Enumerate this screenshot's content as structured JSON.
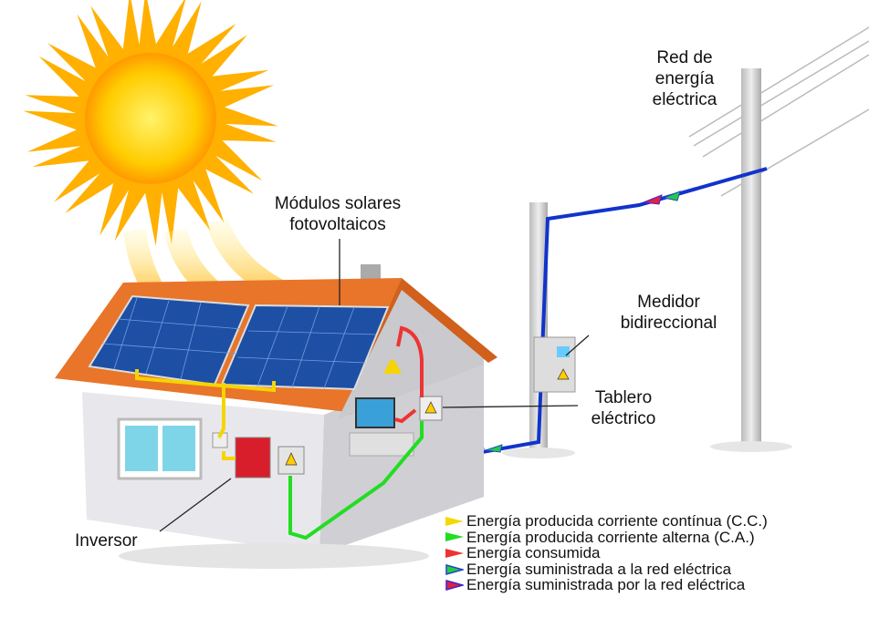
{
  "labels": {
    "grid": "Red de\nenergía\neléctrica",
    "grid_lines": [
      "Red de",
      "energía",
      "eléctrica"
    ],
    "modules": [
      "Módulos solares",
      "fotovoltaicos"
    ],
    "meter": [
      "Medidor",
      "bidireccional"
    ],
    "panel_board": [
      "Tablero",
      "eléctrico"
    ],
    "inverter": "Inversor"
  },
  "legend": [
    {
      "text": "Energía producida corriente contínua (C.C.)",
      "color": "#f5d800",
      "icon": "yellow-arrow"
    },
    {
      "text": "Energía producida corriente alterna (C.A.)",
      "color": "#22dd22",
      "icon": "green-arrow"
    },
    {
      "text": "Energía consumida",
      "color": "#ee3333",
      "icon": "red-arrow"
    },
    {
      "text": "Energía suministrada a la red eléctrica",
      "color": "#22cc44",
      "border": "#2244cc",
      "icon": "green-blue-arrow"
    },
    {
      "text": "Energía suministrada por la red eléctrica",
      "color": "#dd2244",
      "border": "#4422cc",
      "icon": "red-purple-arrow"
    }
  ]
}
